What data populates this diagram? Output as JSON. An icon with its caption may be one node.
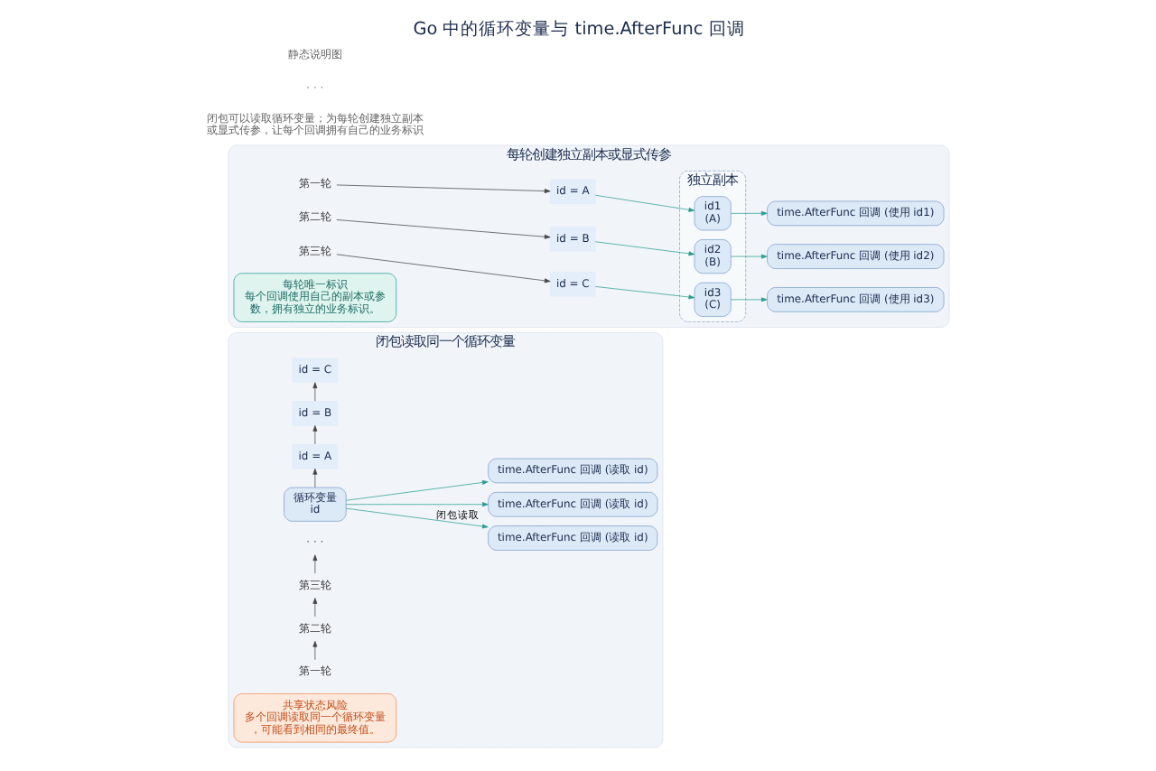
{
  "diagram": {
    "title": "Go 中的循环变量与 time.AfterFunc 回调",
    "nodes": [
      {
        "text": [
          "闭包读取同一个循环变量"
        ]
      },
      {
        "text": [
          "循环变量",
          "id"
        ],
        "in": 0
      },
      {
        "text": [
          "time.AfterFunc 回调 (读取 id)"
        ],
        "in": 0
      },
      {
        "text": [
          "第一轮"
        ],
        "in": 0
      },
      {
        "text": [
          "id = A"
        ],
        "in": 0
      },
      {
        "text": [
          "time.AfterFunc 回调 (读取 id)"
        ],
        "in": 0
      },
      {
        "text": [
          "第二轮"
        ],
        "in": 0
      },
      {
        "text": [
          "id = B"
        ],
        "in": 0
      },
      {
        "text": [
          "第三轮"
        ],
        "in": 0
      },
      {
        "text": [
          "time.AfterFunc 回调 (读取 id)"
        ],
        "in": 0
      },
      {
        "text": [
          "id = C"
        ],
        "in": 0
      },
      {
        "text": [
          "· · ·"
        ],
        "in": 0
      },
      {
        "text": [
          "共享状态风险",
          "多个回调读取同一个循环变量，可能看到相同的最终值。"
        ],
        "in": 0
      },
      {
        "text": [
          "每轮创建独立副本或显式传参"
        ]
      },
      {
        "text": [
          "独立副本"
        ],
        "in": 13
      },
      {
        "text": [
          "第一轮"
        ],
        "in": 13
      },
      {
        "text": [
          "id1",
          "(A)"
        ],
        "in": 14
      },
      {
        "text": [
          "time.AfterFunc 回调 (使用 id1)"
        ],
        "in": 13
      },
      {
        "text": [
          "id = A"
        ],
        "in": 13
      },
      {
        "text": [
          "第二轮"
        ],
        "in": 13
      },
      {
        "text": [
          "id2",
          "(B)"
        ],
        "in": 14
      },
      {
        "text": [
          "time.AfterFunc 回调 (使用 id2)"
        ],
        "in": 13
      },
      {
        "text": [
          "id = B"
        ],
        "in": 13
      },
      {
        "text": [
          "第三轮"
        ],
        "in": 13
      },
      {
        "text": [
          "id3",
          "(C)"
        ],
        "in": 14
      },
      {
        "text": [
          "time.AfterFunc 回调 (使用 id3)"
        ],
        "in": 13
      },
      {
        "text": [
          "id = C"
        ],
        "in": 13
      },
      {
        "text": [
          "每轮唯一标识",
          "每个回调使用自己的副本或参数，拥有独立的业务标识。"
        ],
        "in": 13
      }
    ],
    "edges": [
      {
        "from": 1,
        "to": 2,
        "arrow": "to",
        "label": "闭包读取",
        "color": "#2a9d8f"
      },
      {
        "from": 1,
        "to": 5,
        "arrow": "to",
        "color": "#2a9d8f"
      },
      {
        "from": 1,
        "to": 9,
        "arrow": "to",
        "color": "#2a9d8f"
      },
      {
        "from": 1,
        "to": 4,
        "arrow": "to"
      },
      {
        "from": 4,
        "to": 7,
        "arrow": "to"
      },
      {
        "from": 7,
        "to": 10,
        "arrow": "to"
      },
      {
        "from": 3,
        "to": 6,
        "arrow": "to"
      },
      {
        "from": 6,
        "to": 8,
        "arrow": "to"
      },
      {
        "from": 8,
        "to": 11,
        "arrow": "to"
      },
      {
        "from": 15,
        "to": 18,
        "arrow": "to"
      },
      {
        "from": 18,
        "to": 16,
        "arrow": "to",
        "color": "#2a9d8f"
      },
      {
        "from": 16,
        "to": 17,
        "arrow": "to",
        "color": "#2a9d8f"
      },
      {
        "from": 19,
        "to": 22,
        "arrow": "to"
      },
      {
        "from": 22,
        "to": 20,
        "arrow": "to",
        "color": "#2a9d8f"
      },
      {
        "from": 20,
        "to": 21,
        "arrow": "to",
        "color": "#2a9d8f"
      },
      {
        "from": 23,
        "to": 26,
        "arrow": "to"
      },
      {
        "from": 26,
        "to": 24,
        "arrow": "to",
        "color": "#2a9d8f"
      },
      {
        "from": 24,
        "to": 25,
        "arrow": "to",
        "color": "#2a9d8f"
      }
    ],
    "labels": [
      "闭包可以读取循环变量；为每轮创建独立副本或显式传参，让每个回调拥有自己的业务标识",
      "· · ·",
      "静态说明图"
    ]
  }
}
